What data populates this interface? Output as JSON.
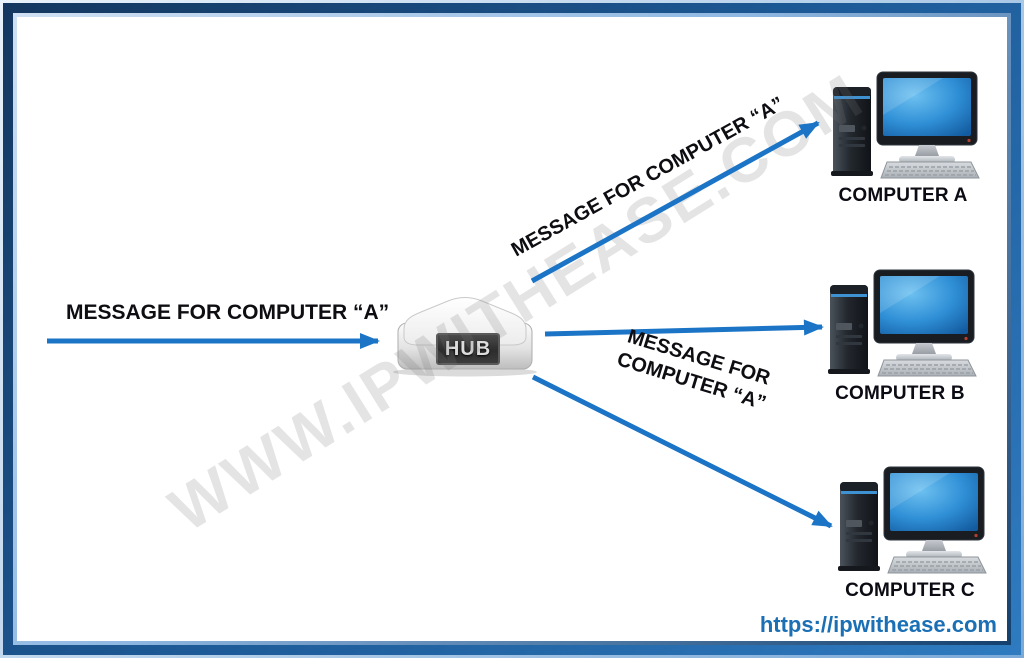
{
  "diagram": {
    "source_label": "MESSAGE FOR COMPUTER “A”",
    "hub_label": "HUB",
    "arrow_labels": {
      "top": "MESSAGE FOR COMPUTER “A”",
      "middle_line1": "MESSAGE FOR",
      "middle_line2": "COMPUTER “A”"
    },
    "computers": [
      {
        "label": "COMPUTER A"
      },
      {
        "label": "COMPUTER B"
      },
      {
        "label": "COMPUTER C"
      }
    ],
    "watermark": "WWW.IPWITHEASE.COM",
    "website": "https://ipwithease.com",
    "colors": {
      "arrow": "#1b74c5",
      "frame_dark": "#14375f",
      "frame_mid": "#2f7bc0",
      "watermark_gray": "#e4e4e4",
      "link_blue": "#1a6fb5",
      "screen_blue": "#2f8fd6"
    }
  }
}
